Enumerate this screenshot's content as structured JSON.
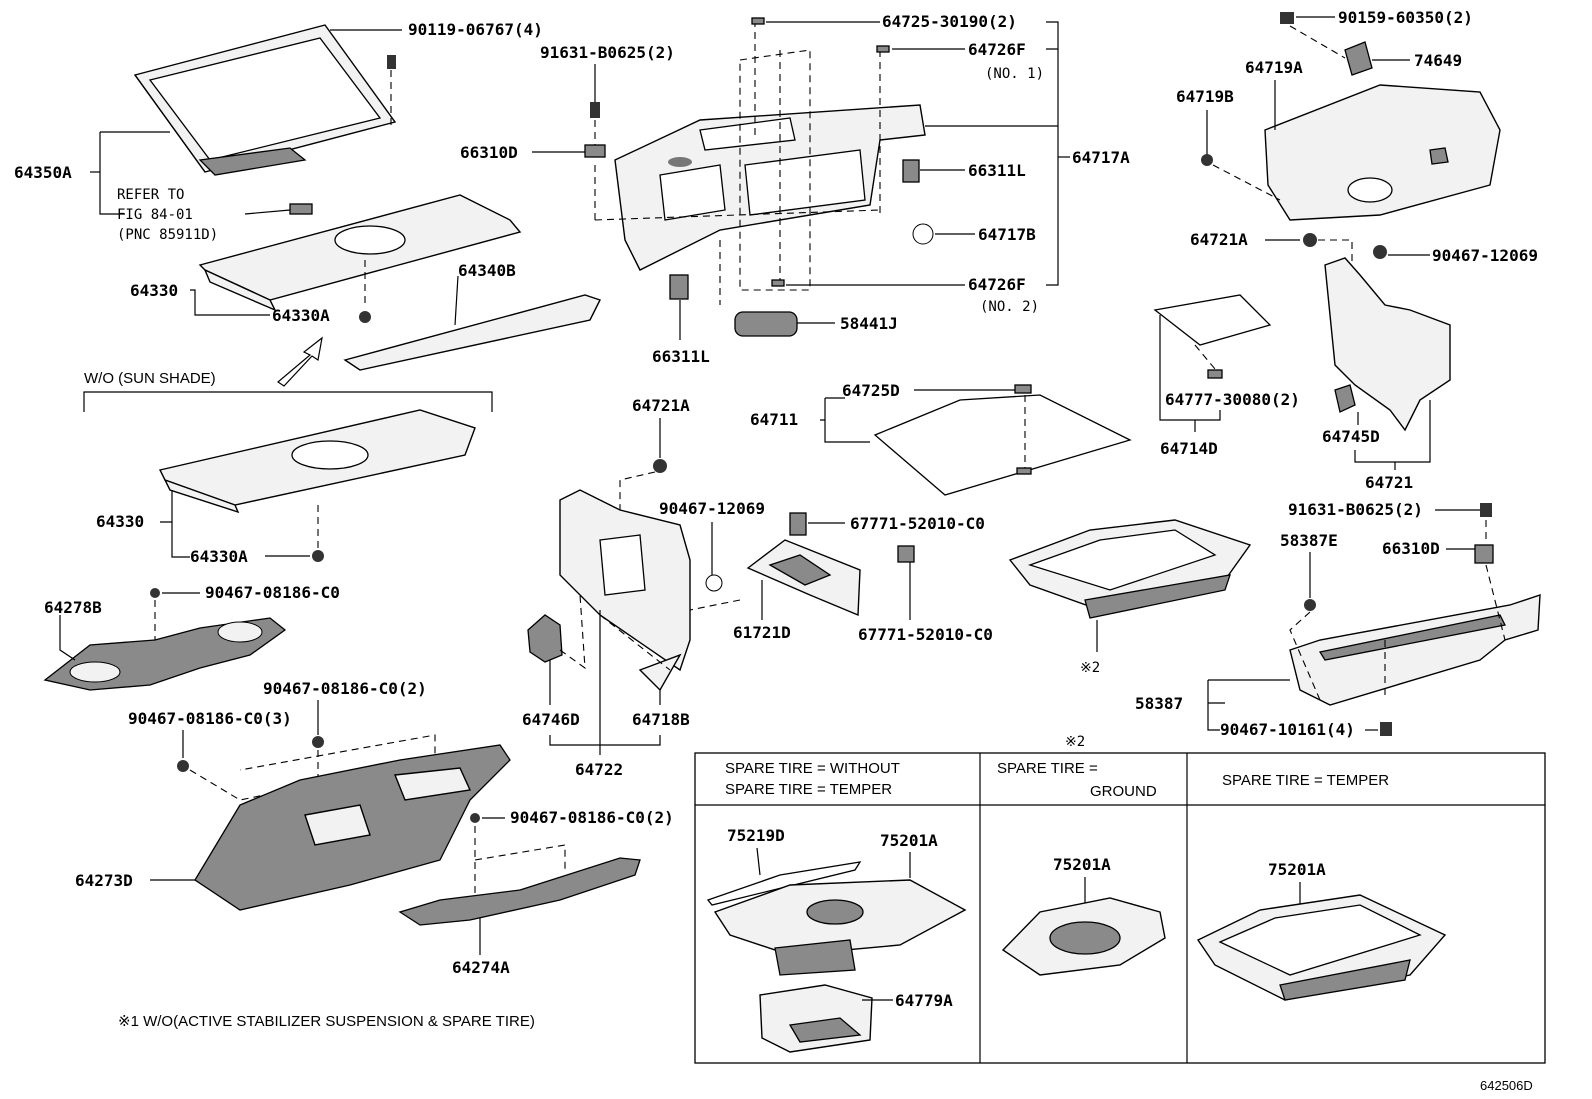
{
  "labels": {
    "p64350A": "64350A",
    "p90119": "90119-06767(4)",
    "refer1": "REFER TO",
    "refer2": "FIG 84-01",
    "refer3": "(PNC 85911D)",
    "p64330_top": "64330",
    "p64330A_top": "64330A",
    "p64340B": "64340B",
    "wo_sunshade": "W/O (SUN SHADE)",
    "p64330_mid": "64330",
    "p64330A_mid": "64330A",
    "p64278B": "64278B",
    "p90467_08186": "90467-08186-C0",
    "p90467_08186_2a": "90467-08186-C0(2)",
    "p90467_08186_3": "90467-08186-C0(3)",
    "p64273D": "64273D",
    "p90467_08186_2b": "90467-08186-C0(2)",
    "p64274A": "64274A",
    "footnote1": "※1 W/O(ACTIVE STABILIZER SUSPENSION & SPARE TIRE)",
    "p91631_left": "91631-B0625(2)",
    "p66310D_left": "66310D",
    "p64725_30190": "64725-30190(2)",
    "p64726F_1": "64726F",
    "no1": "(NO. 1)",
    "p64717A": "64717A",
    "p66311L_r": "66311L",
    "p64717B": "64717B",
    "p64726F_2": "64726F",
    "no2": "(NO. 2)",
    "p58441J": "58441J",
    "p66311L_b": "66311L",
    "p64721A_mid": "64721A",
    "p90467_12069_mid": "90467-12069",
    "p64746D": "64746D",
    "p64718B": "64718B",
    "p64722": "64722",
    "p64725D": "64725D",
    "p64711": "64711",
    "p67771_a": "67771-52010-C0",
    "p67771_b": "67771-52010-C0",
    "p61721D": "61721D",
    "mark2": "※2",
    "p90159": "90159-60350(2)",
    "p74649": "74649",
    "p64719A": "64719A",
    "p64719B": "64719B",
    "p64721A_right": "64721A",
    "p90467_12069_right": "90467-12069",
    "p64777": "64777-30080(2)",
    "p64714D": "64714D",
    "p64745D": "64745D",
    "p64721": "64721",
    "p91631_right": "91631-B0625(2)",
    "p58387E": "58387E",
    "p66310D_right": "66310D",
    "p58387": "58387",
    "p90467_10161": "90467-10161(4)",
    "diagram_id": "642506D"
  },
  "spare_table": {
    "mark": "※2",
    "col1_line1": "SPARE TIRE = WITHOUT",
    "col1_line2": "SPARE TIRE = TEMPER",
    "col2_line1": "SPARE TIRE =",
    "col2_line2": "GROUND",
    "col3_line1": "SPARE TIRE = TEMPER",
    "p75219D": "75219D",
    "p75201A_1": "75201A",
    "p64779A": "64779A",
    "p75201A_2": "75201A",
    "p75201A_3": "75201A"
  }
}
